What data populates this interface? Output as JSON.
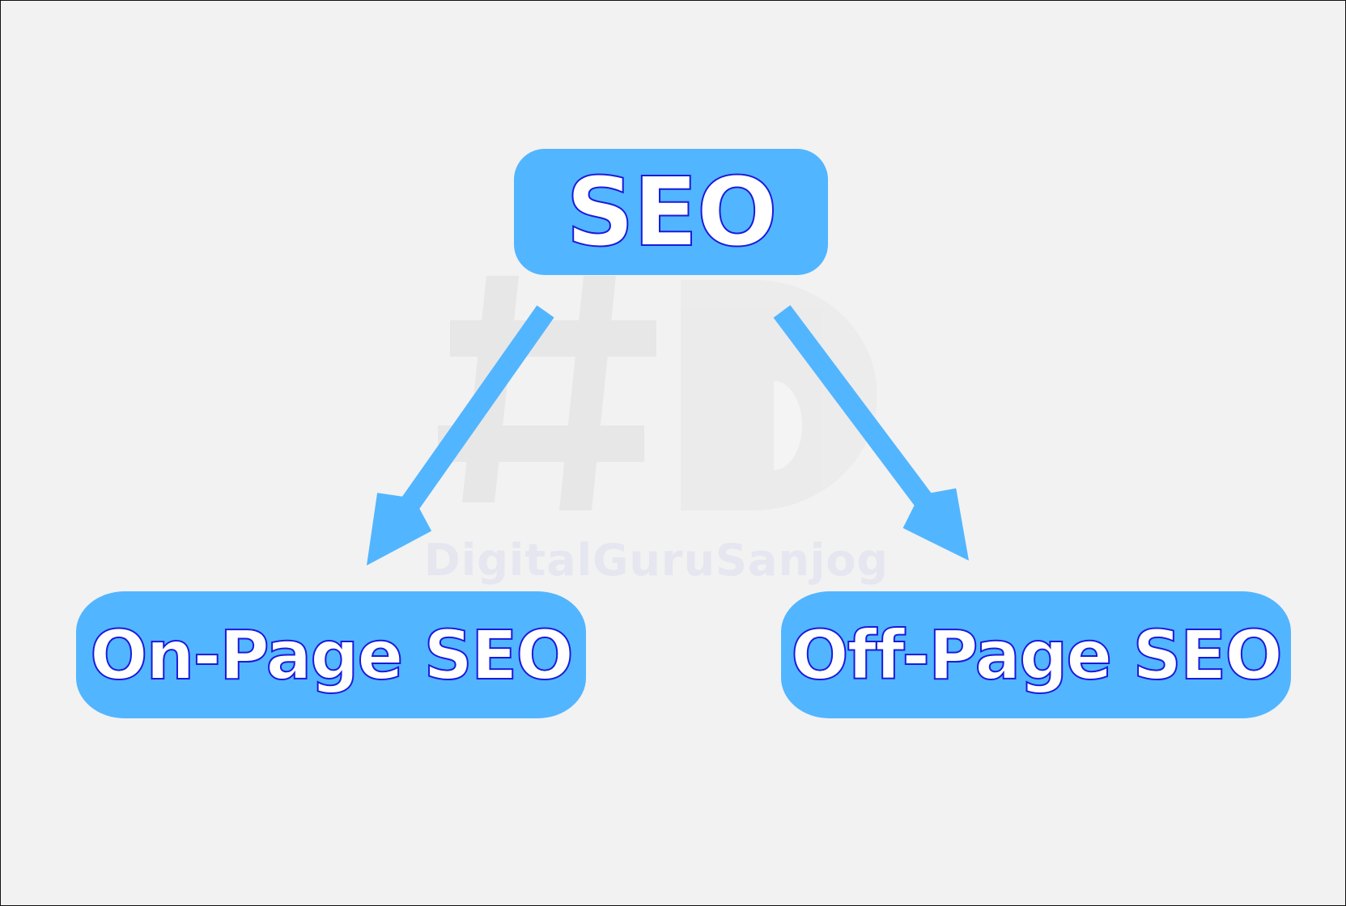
{
  "colors": {
    "background": "#f2f2f2",
    "node_fill": "#52b5ff",
    "node_text": "#ffffff",
    "node_text_outline": "#1a1adc",
    "arrow": "#52b5ff",
    "frame_border": "#111111"
  },
  "diagram": {
    "root": {
      "label": "SEO"
    },
    "children": [
      {
        "label": "On-Page SEO"
      },
      {
        "label": "Off-Page SEO"
      }
    ],
    "edges": [
      {
        "from": "SEO",
        "to": "On-Page SEO"
      },
      {
        "from": "SEO",
        "to": "Off-Page SEO"
      }
    ]
  },
  "watermark": {
    "logo": "hashtag-d-logo",
    "text": "DigitalGuruSanjog"
  }
}
